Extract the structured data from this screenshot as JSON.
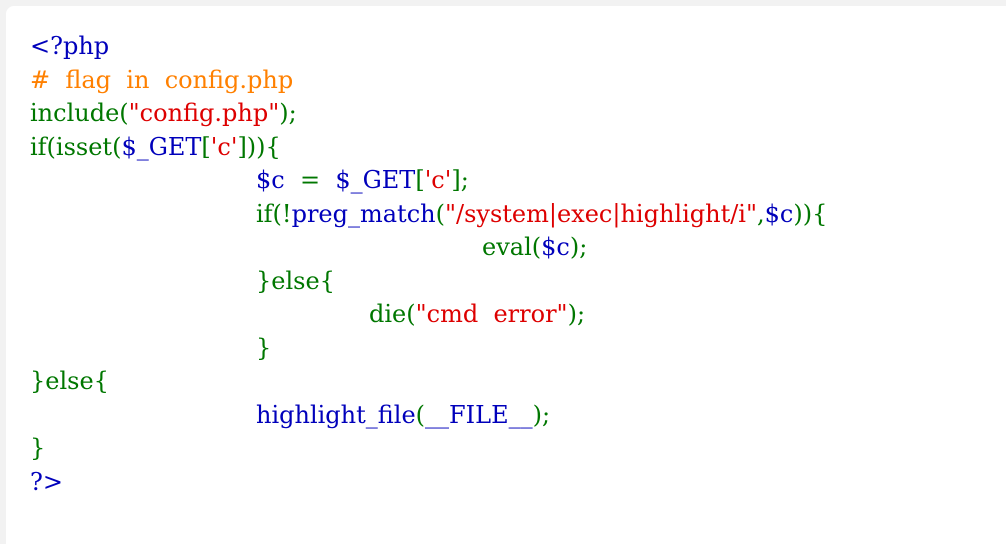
{
  "colors": {
    "default": "#0000bb",
    "keyword": "#007700",
    "string": "#dd0000",
    "comment": "#ff8000"
  },
  "code": {
    "lines": [
      {
        "indent": 0,
        "tokens": [
          {
            "text": "<?php",
            "kind": "default"
          }
        ]
      },
      {
        "indent": 0,
        "tokens": [
          {
            "text": "#  flag  in  config.php",
            "kind": "comment"
          }
        ]
      },
      {
        "indent": 0,
        "tokens": [
          {
            "text": "include(",
            "kind": "keyword"
          },
          {
            "text": "\"config.php\"",
            "kind": "string"
          },
          {
            "text": ");",
            "kind": "keyword"
          }
        ]
      },
      {
        "indent": 0,
        "tokens": [
          {
            "text": "if(isset(",
            "kind": "keyword"
          },
          {
            "text": "$_GET",
            "kind": "default"
          },
          {
            "text": "[",
            "kind": "keyword"
          },
          {
            "text": "'c'",
            "kind": "string"
          },
          {
            "text": "])){",
            "kind": "keyword"
          }
        ]
      },
      {
        "indent": 2,
        "tokens": [
          {
            "text": "$c",
            "kind": "default"
          },
          {
            "text": "  =  ",
            "kind": "keyword"
          },
          {
            "text": "$_GET",
            "kind": "default"
          },
          {
            "text": "[",
            "kind": "keyword"
          },
          {
            "text": "'c'",
            "kind": "string"
          },
          {
            "text": "];",
            "kind": "keyword"
          }
        ]
      },
      {
        "indent": 2,
        "tokens": [
          {
            "text": "if(!",
            "kind": "keyword"
          },
          {
            "text": "preg_match",
            "kind": "default"
          },
          {
            "text": "(",
            "kind": "keyword"
          },
          {
            "text": "\"/system|exec|highlight/i\"",
            "kind": "string"
          },
          {
            "text": ",",
            "kind": "keyword"
          },
          {
            "text": "$c",
            "kind": "default"
          },
          {
            "text": ")){",
            "kind": "keyword"
          }
        ]
      },
      {
        "indent": 4,
        "tokens": [
          {
            "text": "eval(",
            "kind": "keyword"
          },
          {
            "text": "$c",
            "kind": "default"
          },
          {
            "text": ");",
            "kind": "keyword"
          }
        ]
      },
      {
        "indent": 2,
        "tokens": [
          {
            "text": "}else{",
            "kind": "keyword"
          }
        ]
      },
      {
        "indent": 3,
        "tokens": [
          {
            "text": "die(",
            "kind": "keyword"
          },
          {
            "text": "\"cmd  error\"",
            "kind": "string"
          },
          {
            "text": ");",
            "kind": "keyword"
          }
        ]
      },
      {
        "indent": 2,
        "tokens": [
          {
            "text": "}",
            "kind": "keyword"
          }
        ]
      },
      {
        "indent": 0,
        "tokens": [
          {
            "text": "}else{",
            "kind": "keyword"
          }
        ]
      },
      {
        "indent": 2,
        "tokens": [
          {
            "text": "highlight_file",
            "kind": "default"
          },
          {
            "text": "(",
            "kind": "keyword"
          },
          {
            "text": "__FILE__",
            "kind": "default"
          },
          {
            "text": ");",
            "kind": "keyword"
          }
        ]
      },
      {
        "indent": 0,
        "tokens": [
          {
            "text": "}",
            "kind": "keyword"
          }
        ]
      },
      {
        "indent": 0,
        "tokens": [
          {
            "text": "?>",
            "kind": "default"
          }
        ]
      }
    ]
  }
}
